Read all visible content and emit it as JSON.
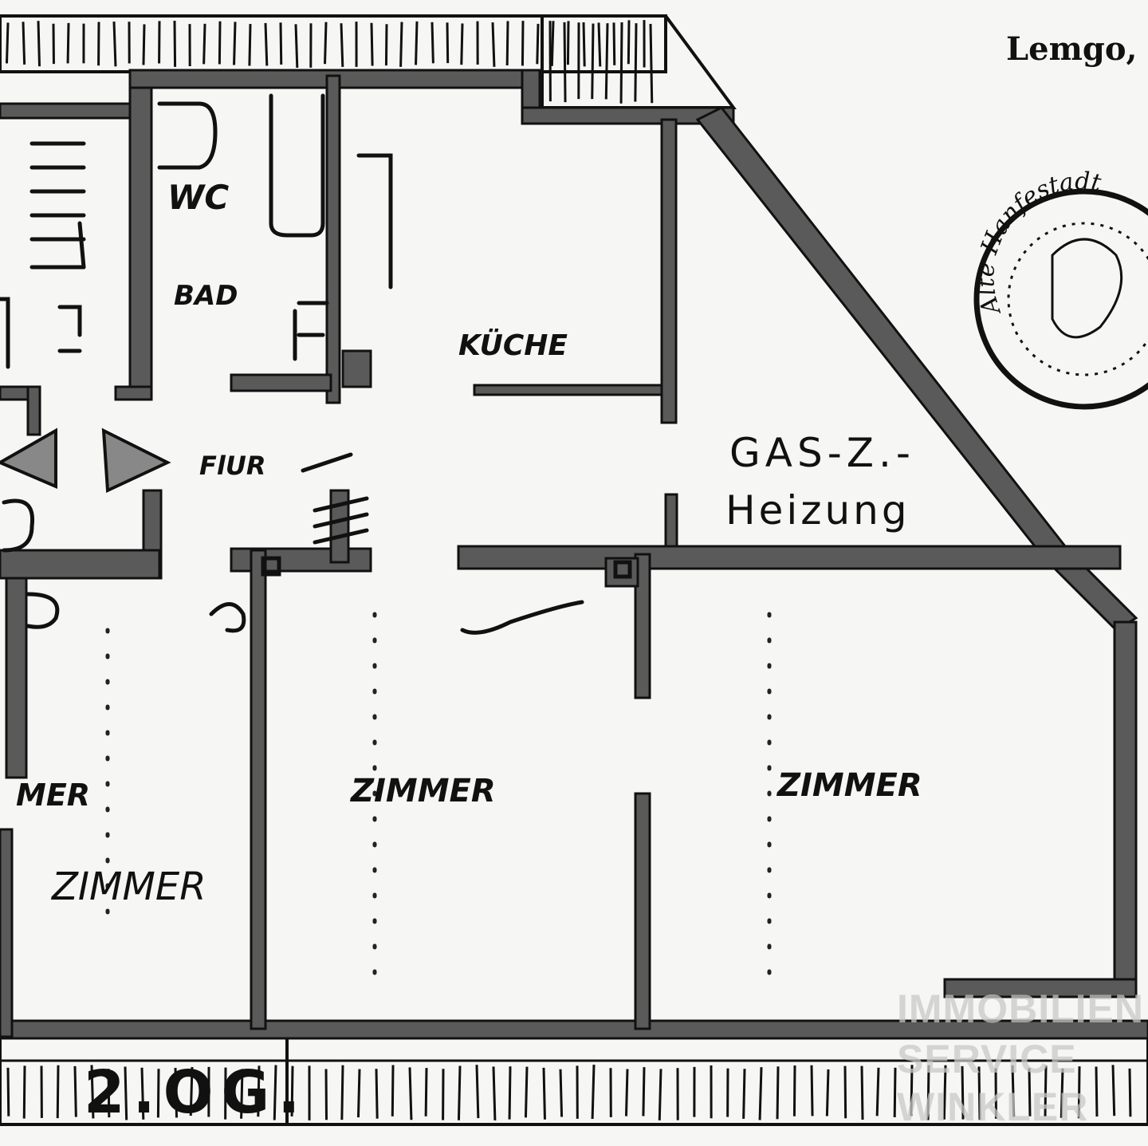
{
  "header": {
    "city": "Lemgo,"
  },
  "stamp": {
    "text": "Alte Hanfestadt"
  },
  "rooms": {
    "wc": "WC",
    "bad": "BAD",
    "kueche": "KÜCHE",
    "flur": "FlUR",
    "heizung_line1": "GAS-Z.-",
    "heizung_line2": "Heizung",
    "zimmer_left_partial": "MER",
    "zimmer_left": "ZIMMER",
    "zimmer_middle": "ZIMMER",
    "zimmer_right": "ZIMMER"
  },
  "floor_label": "2.OG.",
  "watermark": {
    "line1": "IMMOBILIEN",
    "line2": "SERVICE",
    "line3": "WINKLER"
  }
}
